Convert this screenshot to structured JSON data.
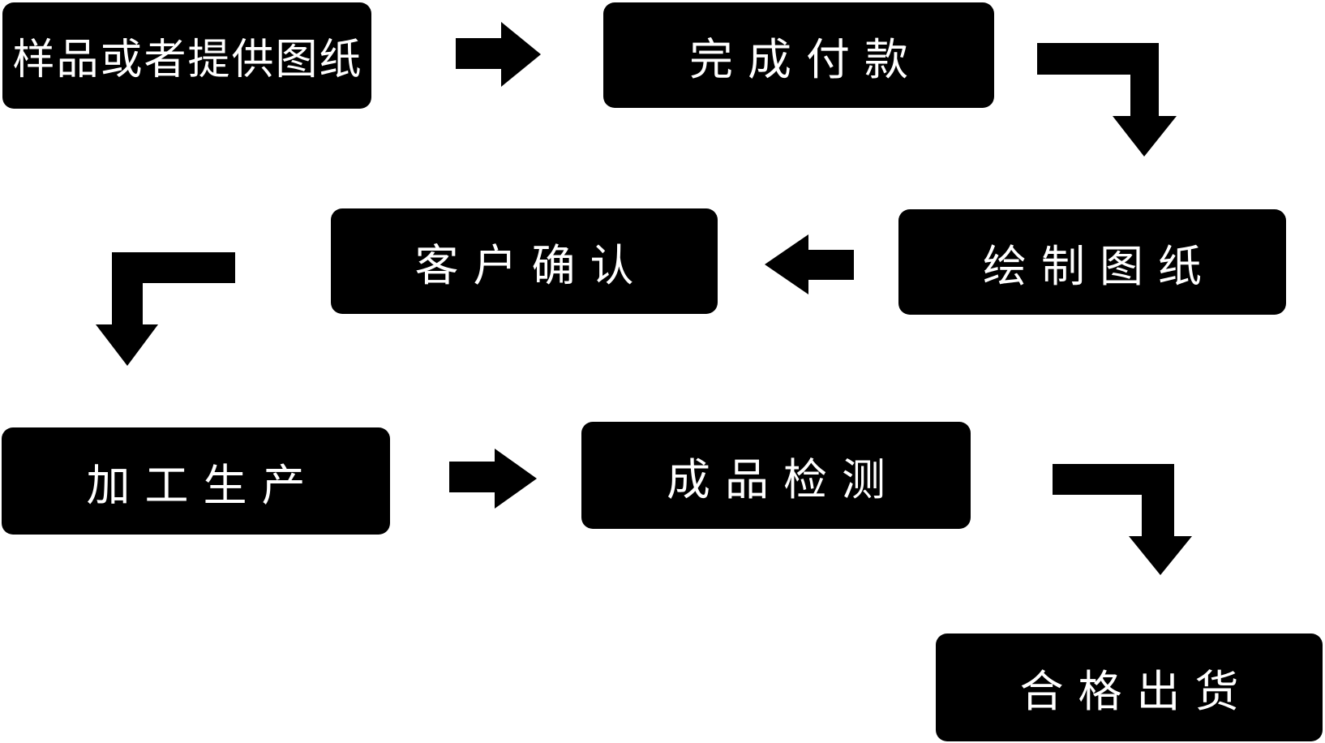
{
  "diagram": {
    "type": "flowchart",
    "background_color": "#ffffff",
    "node_background_color": "#000000",
    "node_text_color": "#ffffff",
    "arrow_color": "#000000",
    "nodes": [
      {
        "id": "sample-or-provide-drawings",
        "label": "样品或者提供图纸"
      },
      {
        "id": "complete-payment",
        "label": "完成付款"
      },
      {
        "id": "draw-drawings",
        "label": "绘制图纸"
      },
      {
        "id": "customer-confirmation",
        "label": "客户确认"
      },
      {
        "id": "processing-production",
        "label": "加工生产"
      },
      {
        "id": "finished-product-inspection",
        "label": "成品检测"
      },
      {
        "id": "qualified-shipment",
        "label": "合格出货"
      }
    ],
    "arrows": [
      {
        "from": "样品或者提供图纸",
        "to": "完成付款",
        "shape": "straight-right"
      },
      {
        "from": "完成付款",
        "to": "绘制图纸",
        "shape": "elbow-down-right"
      },
      {
        "from": "绘制图纸",
        "to": "客户确认",
        "shape": "straight-left"
      },
      {
        "from": "客户确认",
        "to": "加工生产",
        "shape": "elbow-down-left"
      },
      {
        "from": "加工生产",
        "to": "成品检测",
        "shape": "straight-right"
      },
      {
        "from": "成品检测",
        "to": "合格出货",
        "shape": "elbow-down-right"
      }
    ]
  }
}
